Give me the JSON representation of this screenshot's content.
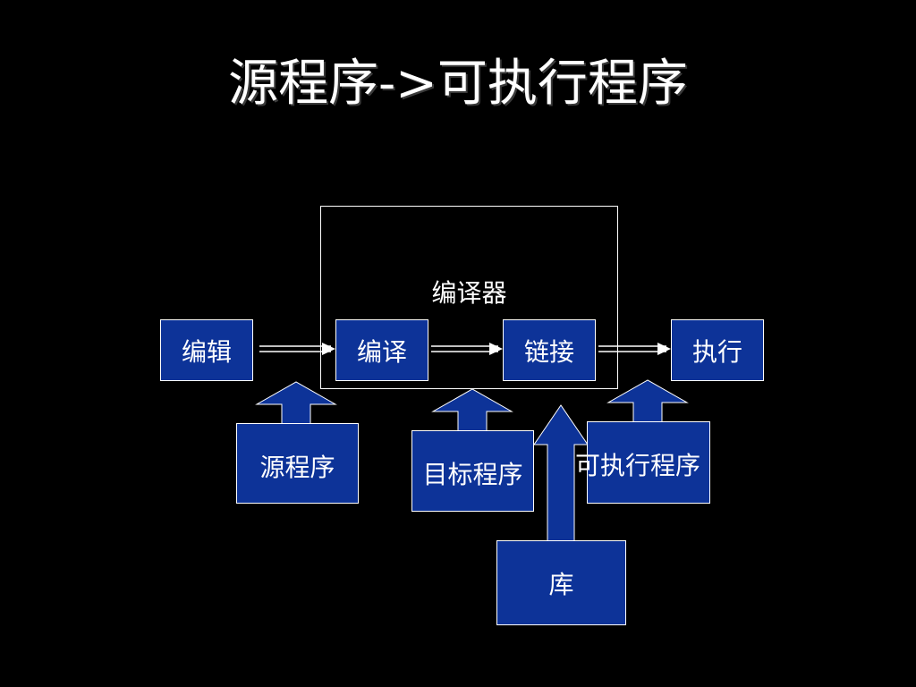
{
  "title": "源程序->可执行程序",
  "compiler_label": "编译器",
  "steps": {
    "edit": "编辑",
    "compile": "编译",
    "link": "链接",
    "execute": "执行"
  },
  "artifacts": {
    "source": "源程序",
    "object": "目标程序",
    "executable": "可执行程序",
    "library": "库"
  },
  "colors": {
    "background": "#000000",
    "box_fill": "#0d3398",
    "text": "#ffffff"
  }
}
